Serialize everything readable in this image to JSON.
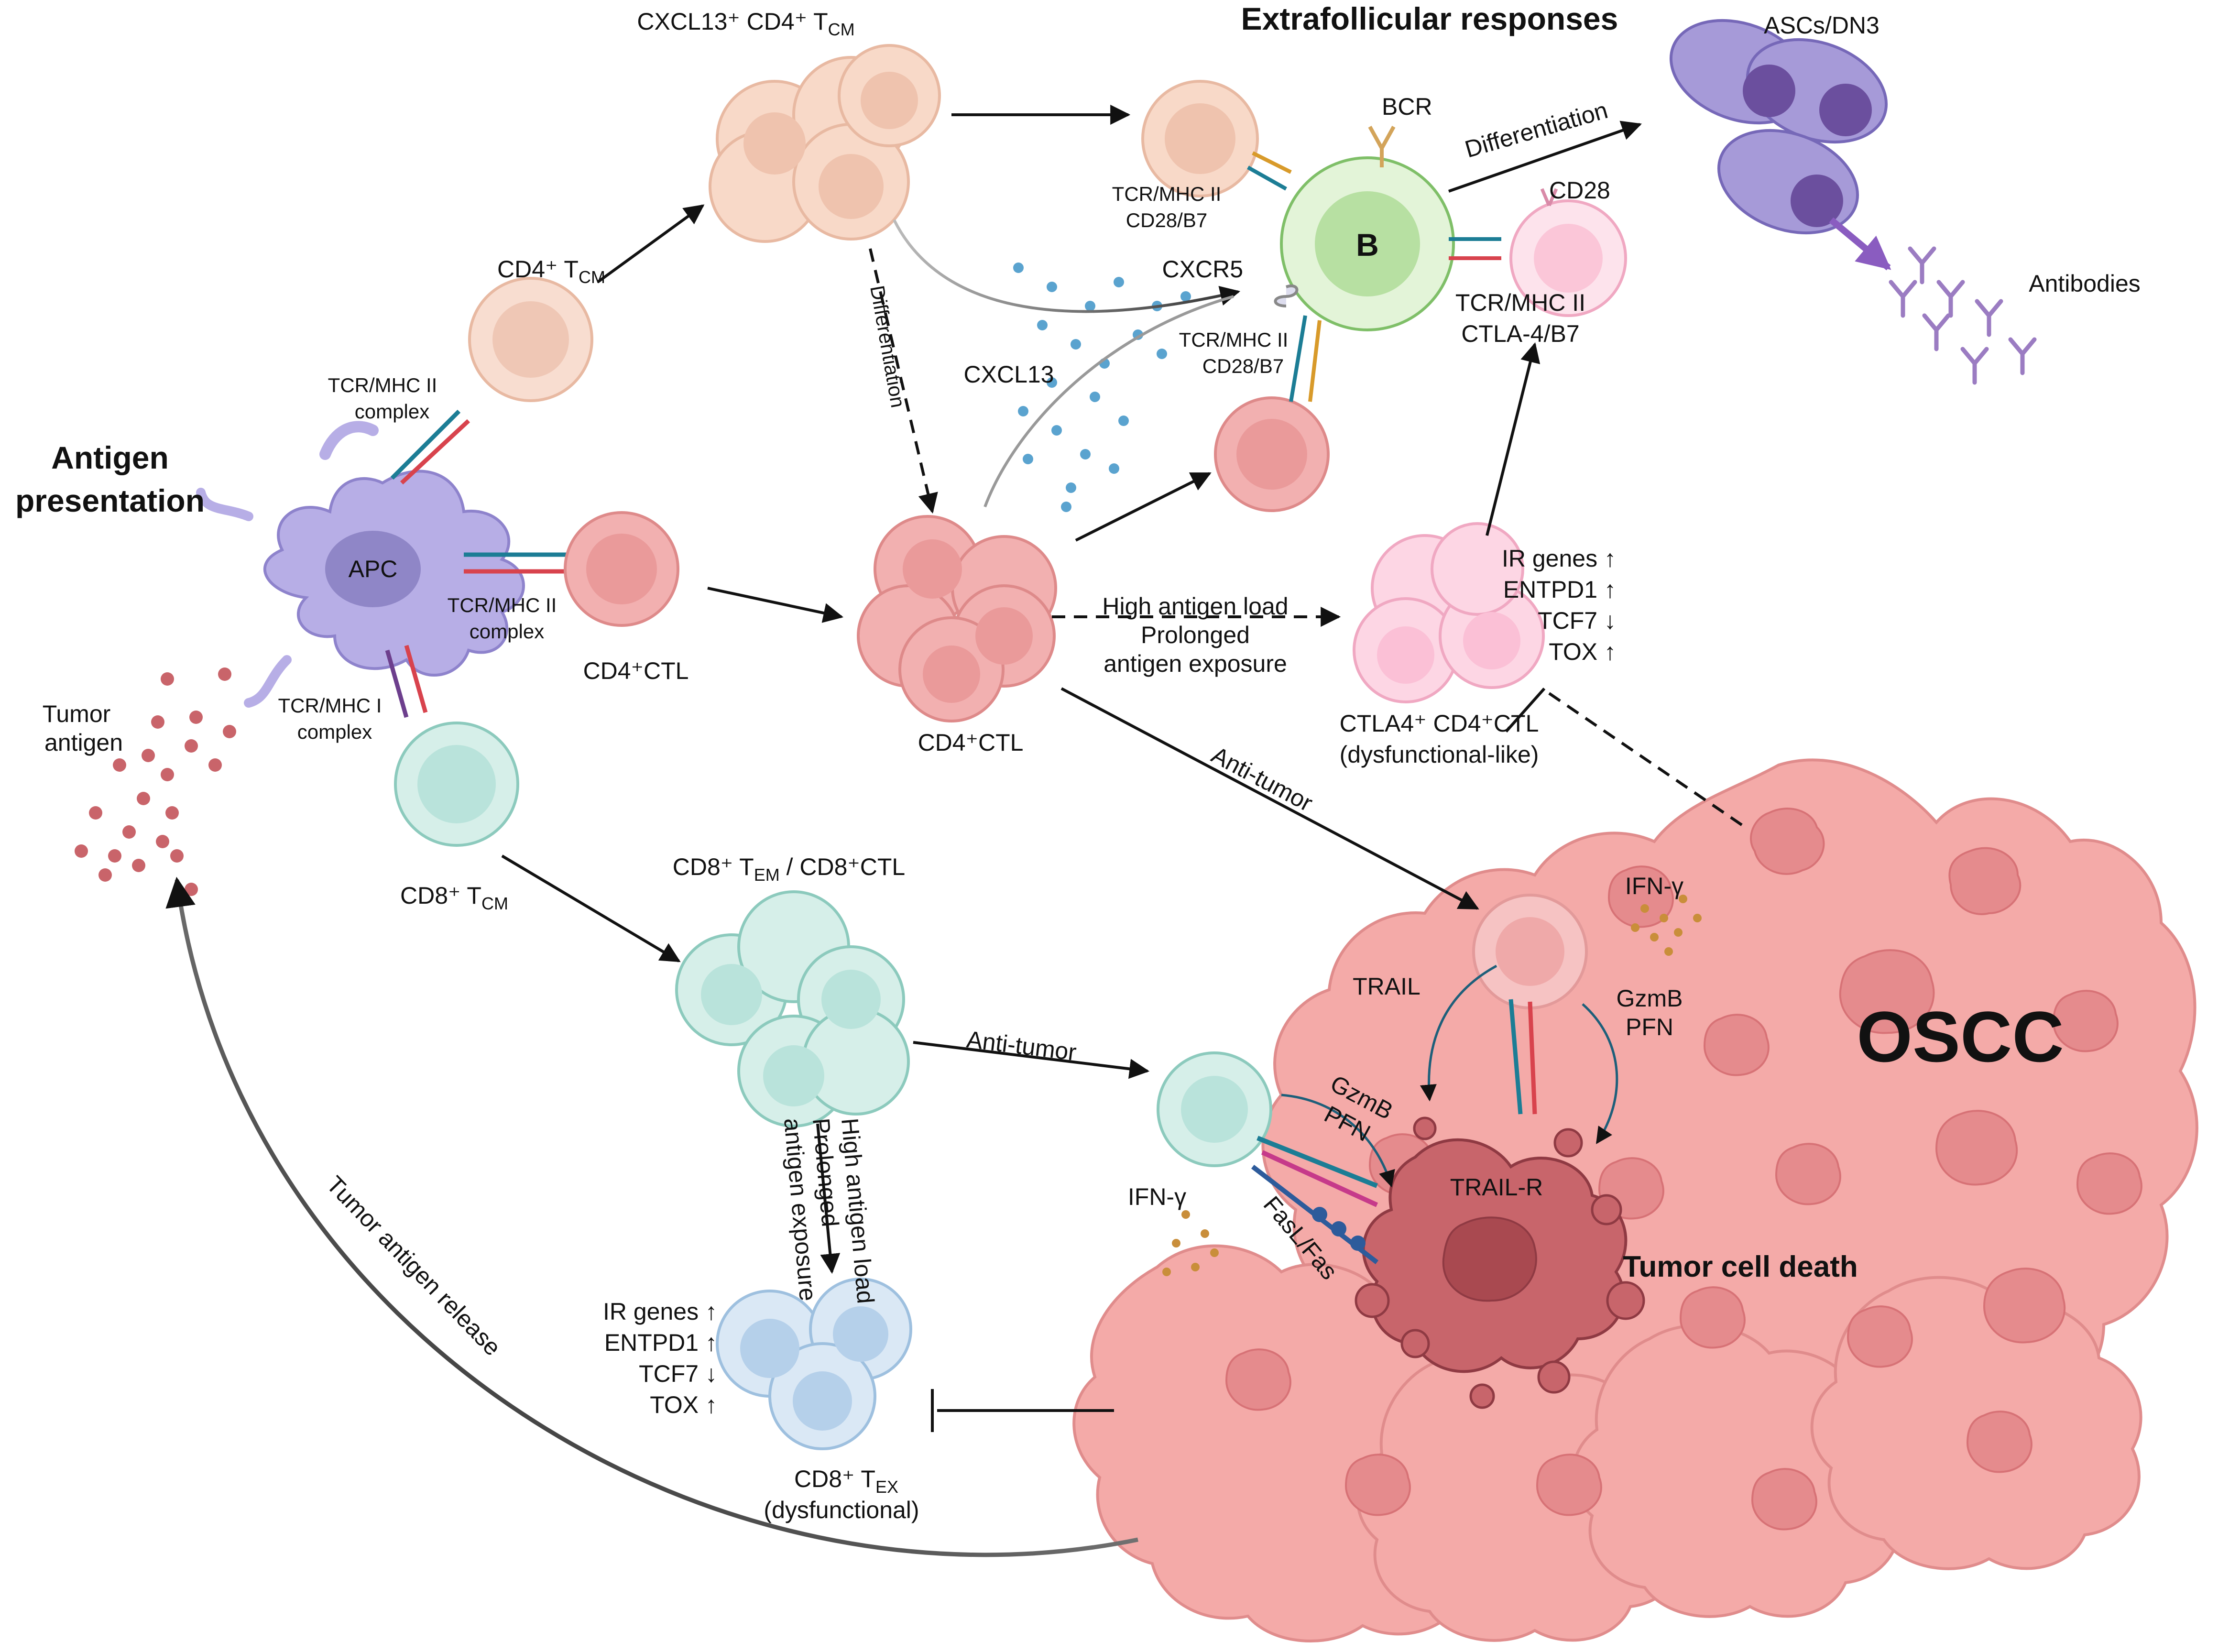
{
  "sections": {
    "antigen_presentation": [
      "Antigen",
      "presentation"
    ],
    "extrafollicular": "Extrafollicular responses",
    "oscc": "OSCC",
    "tumor_cell_death": "Tumor cell death"
  },
  "cells": {
    "apc": "APC",
    "b_cell": "B",
    "cd4_tcm": "CD4⁺ T",
    "cd4_tcm_sub": "CM",
    "cxcl13_cd4_tcm": "CXCL13⁺ CD4⁺ T",
    "cxcl13_cd4_tcm_sub": "CM",
    "cd4_ctl_left": "CD4⁺CTL",
    "cd4_ctl_center": "CD4⁺CTL",
    "ctla4_cd4_ctl": [
      "CTLA4⁺ CD4⁺CTL",
      "(dysfunctional-like)"
    ],
    "cd8_tcm": "CD8⁺ T",
    "cd8_tcm_sub": "CM",
    "cd8_tem_ctl_a": "CD8⁺ T",
    "cd8_tem_ctl_sub": "EM",
    "cd8_tem_ctl_b": " / CD8⁺CTL",
    "cd8_tex": "CD8⁺ T",
    "cd8_tex_sub": "EX",
    "cd8_tex_state": "(dysfunctional)",
    "ascs": "ASCs/DN3",
    "antibodies": "Antibodies"
  },
  "labels": {
    "tcr_mhc2_complex_top": [
      "TCR/MHC II",
      "complex"
    ],
    "tcr_mhc2_complex_mid": [
      "TCR/MHC II",
      "complex"
    ],
    "tcr_mhc1_complex": [
      "TCR/MHC I",
      "complex"
    ],
    "tumor_antigen": [
      "Tumor",
      "antigen"
    ],
    "bcr": "BCR",
    "cd28": "CD28",
    "cxcr5": "CXCR5",
    "cxcl13": "CXCL13",
    "tcr_cd28_upper": [
      "TCR/MHC II",
      "CD28/B7"
    ],
    "tcr_cd28_lower": [
      "TCR/MHC II",
      "CD28/B7"
    ],
    "tcr_ctla4": [
      "TCR/MHC II",
      "CTLA-4/B7"
    ],
    "differentiation_top": "Differentiation",
    "differentiation_vertical": "Differentiation",
    "high_antigen_load": "High antigen load",
    "prolonged_exposure": [
      "Prolonged",
      "antigen exposure"
    ],
    "high_antigen_load_v": "High antigen load",
    "prolonged_v": "Prolonged",
    "antigen_exposure_v": "antigen exposure",
    "anti_tumor_upper": "Anti-tumor",
    "anti_tumor_lower": "Anti-tumor",
    "ifn_gamma_upper": "IFN-γ",
    "ifn_gamma_lower": "IFN-γ",
    "trail": "TRAIL",
    "trail_r": "TRAIL-R",
    "gzmb_pfn_right": [
      "GzmB",
      "PFN"
    ],
    "gzmb_pfn_left": [
      "GzmB",
      "PFN"
    ],
    "fasl_fas": "FasL/Fas",
    "tumor_antigen_release": "Tumor antigen release"
  },
  "markers_ctla4": [
    "IR genes ↑",
    "ENTPD1 ↑",
    "TCF7 ↓",
    "TOX ↑"
  ],
  "markers_tex": [
    "IR genes ↑",
    "ENTPD1 ↑",
    "TCF7 ↓",
    "TOX ↑"
  ],
  "colors": {
    "apc": "#b7aee6",
    "cd4_peach": "#f6cdb6",
    "cd4_pink": "#f1a7a7",
    "ctla4_pink": "#fbc6d8",
    "cd8_teal": "#b9e3db",
    "tex_blue": "#c7dcef",
    "b_cell": "#cdecc0",
    "asc_purple": "#a69ad8",
    "tumor": "#f4aaa8",
    "dying_tumor": "#c8656b",
    "antibody": "#9b7cc2"
  }
}
